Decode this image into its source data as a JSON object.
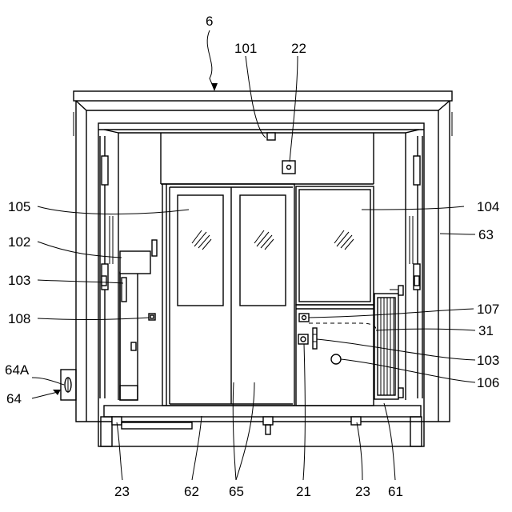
{
  "labels": {
    "l6": "6",
    "l101": "101",
    "l22": "22",
    "l105": "105",
    "l104": "104",
    "l102": "102",
    "l63": "63",
    "l103a": "103",
    "l103b": "103",
    "l108": "108",
    "l107": "107",
    "l31": "31",
    "l64A": "64A",
    "l64": "64",
    "l106": "106",
    "l23a": "23",
    "l62": "62",
    "l65": "65",
    "l21": "21",
    "l23b": "23",
    "l61": "61"
  }
}
